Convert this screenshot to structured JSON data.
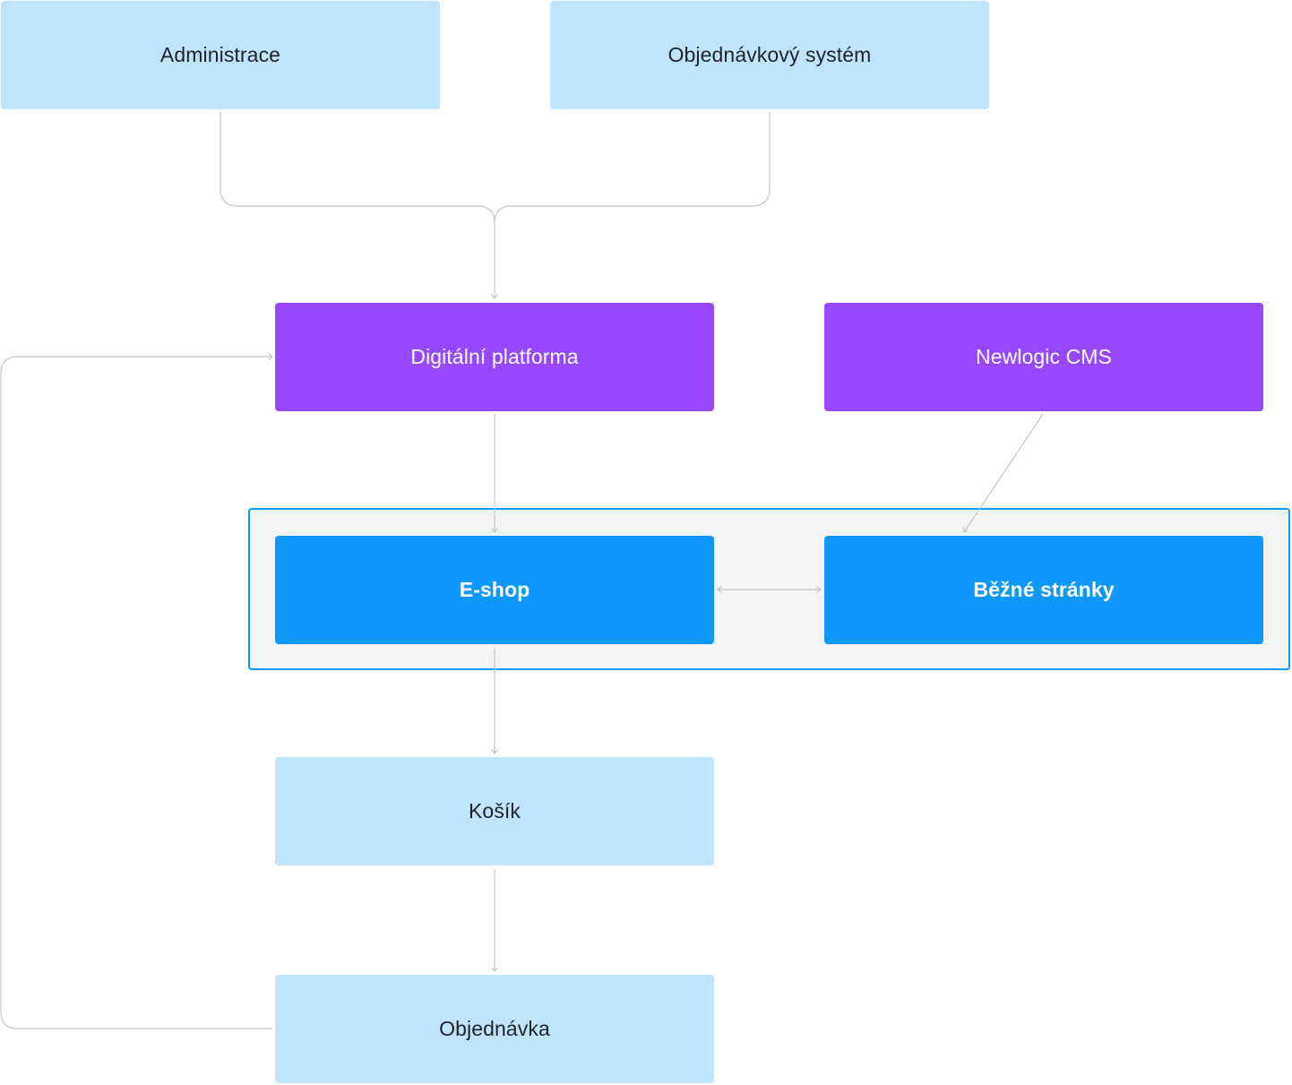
{
  "diagram": {
    "nodes": {
      "administrace": "Administrace",
      "objednavkovy_system": "Objednávkový systém",
      "digitalni_platforma": "Digitální platforma",
      "newlogic_cms": "Newlogic CMS",
      "eshop": "E-shop",
      "bezne_stranky": "Běžné stránky",
      "kosik": "Košík",
      "objednavka": "Objednávka"
    },
    "edges": [
      {
        "from": "Administrace",
        "to": "Digitální platforma"
      },
      {
        "from": "Objednávkový systém",
        "to": "Digitální platforma"
      },
      {
        "from": "Digitální platforma",
        "to": "E-shop"
      },
      {
        "from": "Newlogic CMS",
        "to": "Běžné stránky"
      },
      {
        "from": "E-shop",
        "to": "Běžné stránky",
        "bidirectional": true
      },
      {
        "from": "E-shop",
        "to": "Košík"
      },
      {
        "from": "Košík",
        "to": "Objednávka"
      },
      {
        "from": "Objednávka",
        "to": "Digitální platforma"
      }
    ],
    "groups": [
      {
        "members": [
          "E-shop",
          "Běžné stránky"
        ]
      }
    ],
    "colors": {
      "light_node": "#bfe4fe",
      "platform_node": "#9747ff",
      "primary_node": "#0e98fc",
      "group_background": "#f3f5f7",
      "group_border": "#0e98fc",
      "connector": "#c4c4c4",
      "dark_text": "#1f2328"
    }
  }
}
